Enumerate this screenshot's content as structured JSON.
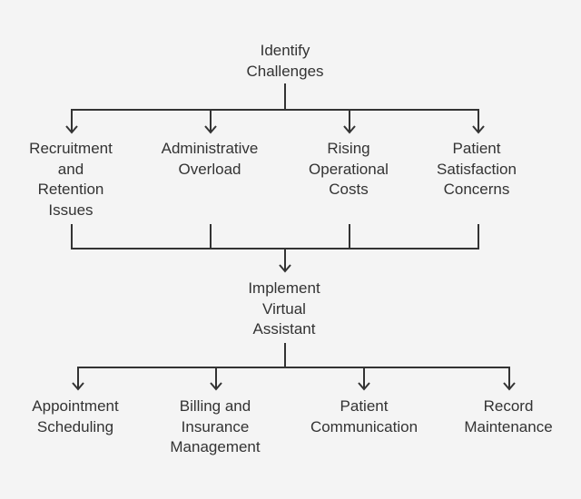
{
  "root": {
    "lines": [
      "Identify",
      "Challenges"
    ]
  },
  "challenges": [
    {
      "lines": [
        "Recruitment",
        "and",
        "Retention",
        "Issues"
      ]
    },
    {
      "lines": [
        "Administrative",
        "Overload"
      ]
    },
    {
      "lines": [
        "Rising",
        "Operational",
        "Costs"
      ]
    },
    {
      "lines": [
        "Patient",
        "Satisfaction",
        "Concerns"
      ]
    }
  ],
  "solution": {
    "lines": [
      "Implement",
      "Virtual",
      "Assistant"
    ]
  },
  "features": [
    {
      "lines": [
        "Appointment",
        "Scheduling"
      ]
    },
    {
      "lines": [
        "Billing and",
        "Insurance",
        "Management"
      ]
    },
    {
      "lines": [
        "Patient",
        "Communication"
      ]
    },
    {
      "lines": [
        "Record",
        "Maintenance"
      ]
    }
  ],
  "colors": {
    "line": "#333333",
    "text": "#333333",
    "background": "#f4f4f4"
  }
}
